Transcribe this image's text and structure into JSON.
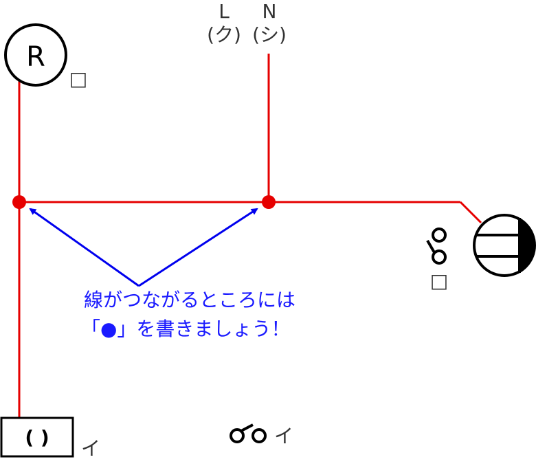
{
  "colors": {
    "wire": "#e60000",
    "arrow": "#0000ee",
    "symbol": "#000000",
    "label": "#333333",
    "note": "#1a1aff"
  },
  "terminals": {
    "L_label": "L",
    "L_sub": "(ク)",
    "N_label": "N",
    "N_sub": "(シ)"
  },
  "lamp": {
    "symbol_text": "R",
    "tag": "□"
  },
  "outlet_box": {
    "symbol_text": "(  )",
    "tag": "イ"
  },
  "switch_lower": {
    "tag": "イ"
  },
  "switch_right": {
    "tag": "□"
  },
  "note": {
    "line1": "線がつながるところには",
    "line2": "「●」を書きましょう！"
  },
  "icons": {
    "lamp": "lamp-r-icon",
    "outlet": "receptacle-icon",
    "switch": "switch-icon",
    "junction": "junction-dot-icon"
  }
}
